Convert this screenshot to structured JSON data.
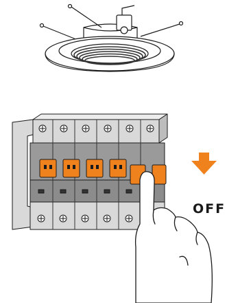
{
  "instruction": {
    "off_label": "OFF",
    "arrow_direction": "down",
    "arrow_color": "#F0821E"
  },
  "fixture": {
    "name": "recessed-downlight-retrofit",
    "clip_count": 3
  },
  "breaker_panel": {
    "breaker_count": 6,
    "switch_color": "#F0821E",
    "body_color": "#9A9A9A",
    "hand_action": "flip-down",
    "target_breaker": 5
  },
  "colors": {
    "line": "#1a1a1a",
    "panel_light": "#D9D9D9",
    "panel_mid": "#BDBDBD",
    "panel_dark": "#8C8C8C",
    "accent": "#F0821E"
  }
}
